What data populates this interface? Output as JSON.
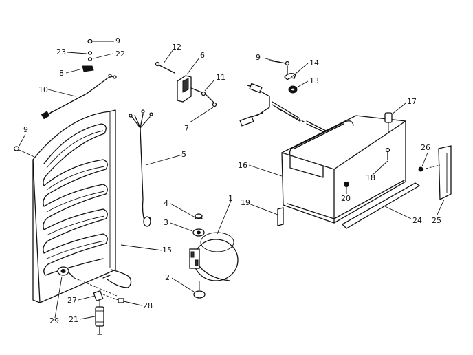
{
  "diagram": {
    "part_labels": {
      "p1": "1",
      "p2": "2",
      "p3": "3",
      "p4": "4",
      "p5": "5",
      "p6": "6",
      "p7": "7",
      "p8": "8",
      "p9a": "9",
      "p9b": "9",
      "p9c": "9",
      "p10": "10",
      "p11": "11",
      "p12": "12",
      "p13": "13",
      "p14": "14",
      "p15": "15",
      "p16": "16",
      "p17": "17",
      "p18": "18",
      "p19": "19",
      "p20": "20",
      "p21": "21",
      "p22": "22",
      "p23": "23",
      "p24": "24",
      "p25": "25",
      "p26": "26",
      "p27": "27",
      "p28": "28",
      "p29": "29"
    }
  }
}
